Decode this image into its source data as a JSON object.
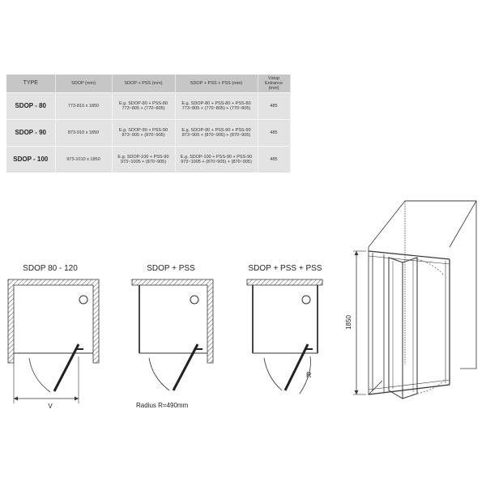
{
  "table": {
    "headers": [
      "TYPE",
      "SDOP (mm)",
      "SDOP + PSS (mm)",
      "SDOP + PSS + PSS (mm)",
      "Vstup Entrance (mm)"
    ],
    "rows": [
      {
        "type": "SDOP - 80",
        "sdop": "773-810 x 1850",
        "sdop_pss": [
          "E.g. SDOP-80 + PSS-80",
          "773~805 + (770~805)"
        ],
        "sdop_pss_pss": [
          "E.g. SDOP-80 + PSS-80 + PSS-80",
          "773~805 + (770~805) + (770~805)"
        ],
        "entrance": "485"
      },
      {
        "type": "SDOP - 90",
        "sdop": "873-910 x 1850",
        "sdop_pss": [
          "E.g. SDOP-90 + PSS-90",
          "873~905 + (870~905)"
        ],
        "sdop_pss_pss": [
          "E.g. SDOP-90 + PSS-90 + PSS-90",
          "873~905 + (870~905) + (870~905)"
        ],
        "entrance": "485"
      },
      {
        "type": "SDOP - 100",
        "sdop": "973-1010 x 1850",
        "sdop_pss": [
          "E.g. SDOP-100 + PSS-90",
          "973~1005 + (870~905)"
        ],
        "sdop_pss_pss": [
          "E.g. SDOP-100 + PSS-90 + PSS-90",
          "973~1005 + (870~905) + (870~905)"
        ],
        "entrance": "485"
      }
    ]
  },
  "diagrams": {
    "plan1_title": "SDOP 80 - 120",
    "plan2_title": "SDOP + PSS",
    "plan3_title": "SDOP + PSS + PSS",
    "width_label": "V",
    "radius_label": "R",
    "radius_caption": "Radius  R=490mm",
    "height_label": "1850"
  }
}
